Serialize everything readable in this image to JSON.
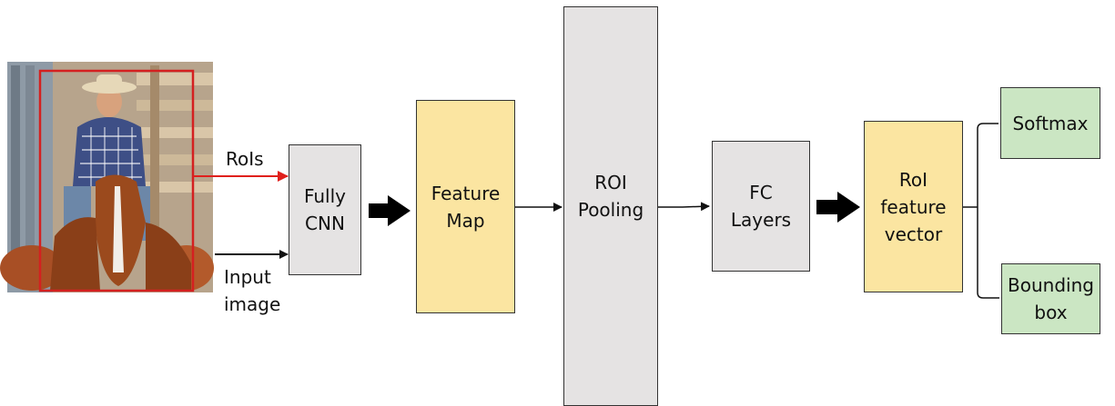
{
  "diagram": {
    "input": {
      "image_description": "photo of cowboy on horse",
      "rois_label": "RoIs",
      "input_image_label": "Input\nimage"
    },
    "nodes": {
      "fully_cnn": {
        "label": "Fully\nCNN",
        "color": "#e5e3e3"
      },
      "feature_map": {
        "label": "Feature\nMap",
        "color": "#fbe5a1"
      },
      "roi_pooling": {
        "label": "ROI\nPooling",
        "color": "#e5e3e3"
      },
      "fc_layers": {
        "label": "FC\nLayers",
        "color": "#e5e3e3"
      },
      "roi_feature_vector": {
        "label": "RoI\nfeature\nvector",
        "color": "#fbe5a1"
      },
      "softmax": {
        "label": "Softmax",
        "color": "#cbe6c3"
      },
      "bounding_box": {
        "label": "Bounding\nbox",
        "color": "#cbe6c3"
      }
    },
    "colors": {
      "roi_arrow": "#e0201c",
      "roi_box": "#d42020",
      "edge": "#111111"
    }
  }
}
